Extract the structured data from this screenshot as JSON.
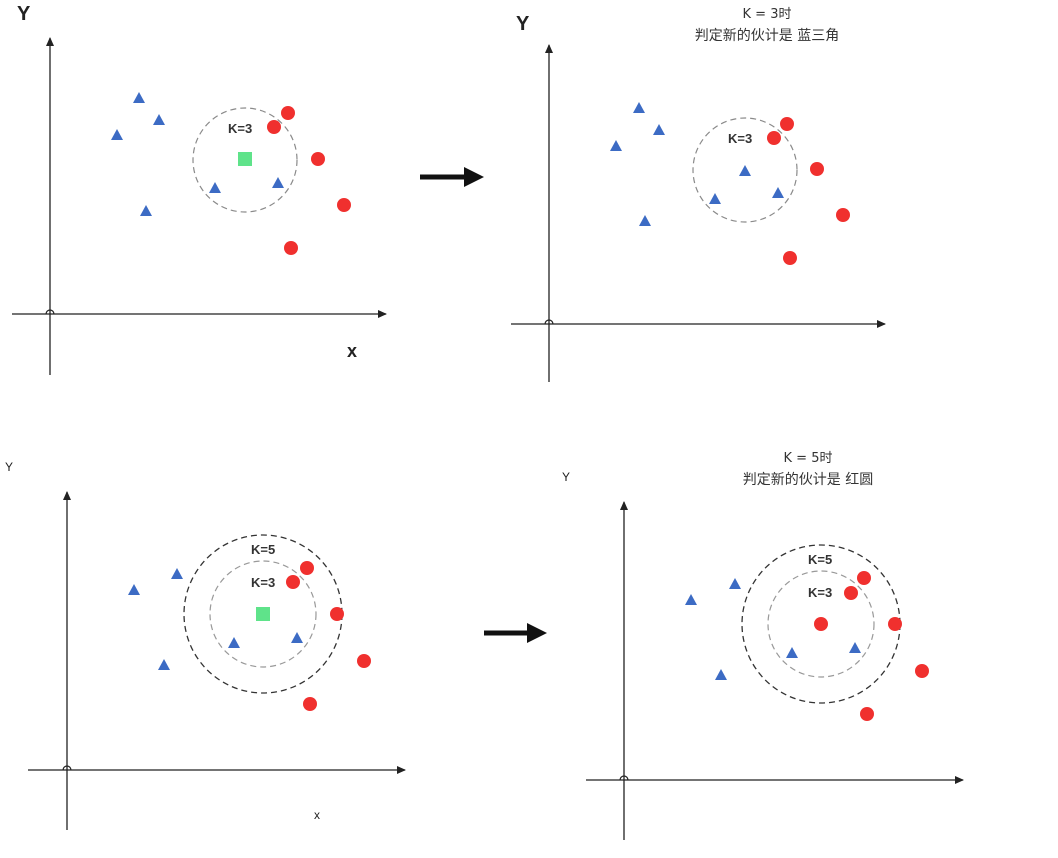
{
  "colors": {
    "triangle": "#3c6bc4",
    "circle": "#f0302e",
    "query_square": "#5fe38a",
    "axis": "#222222",
    "dashed_circle": "#555555"
  },
  "icons": {
    "triangle": "blue-triangle",
    "circle": "red-circle",
    "query": "green-square",
    "arrow": "right-arrow"
  },
  "panels": [
    {
      "id": "p1",
      "y_label": "Y",
      "x_label": "x",
      "k_labels": [
        "K=3"
      ]
    },
    {
      "id": "p2",
      "y_label": "Y",
      "caption_line1": "K = 3时",
      "caption_line2": "判定新的伙计是 蓝三角",
      "k_labels": [
        "K=3"
      ]
    },
    {
      "id": "p3",
      "y_label": "Y",
      "x_label": "x",
      "k_labels": [
        "K=5",
        "K=3"
      ]
    },
    {
      "id": "p4",
      "y_label": "Y",
      "caption_line1": "K = 5时",
      "caption_line2": "判定新的伙计是 红圆",
      "k_labels": [
        "K=5",
        "K=3"
      ]
    }
  ]
}
